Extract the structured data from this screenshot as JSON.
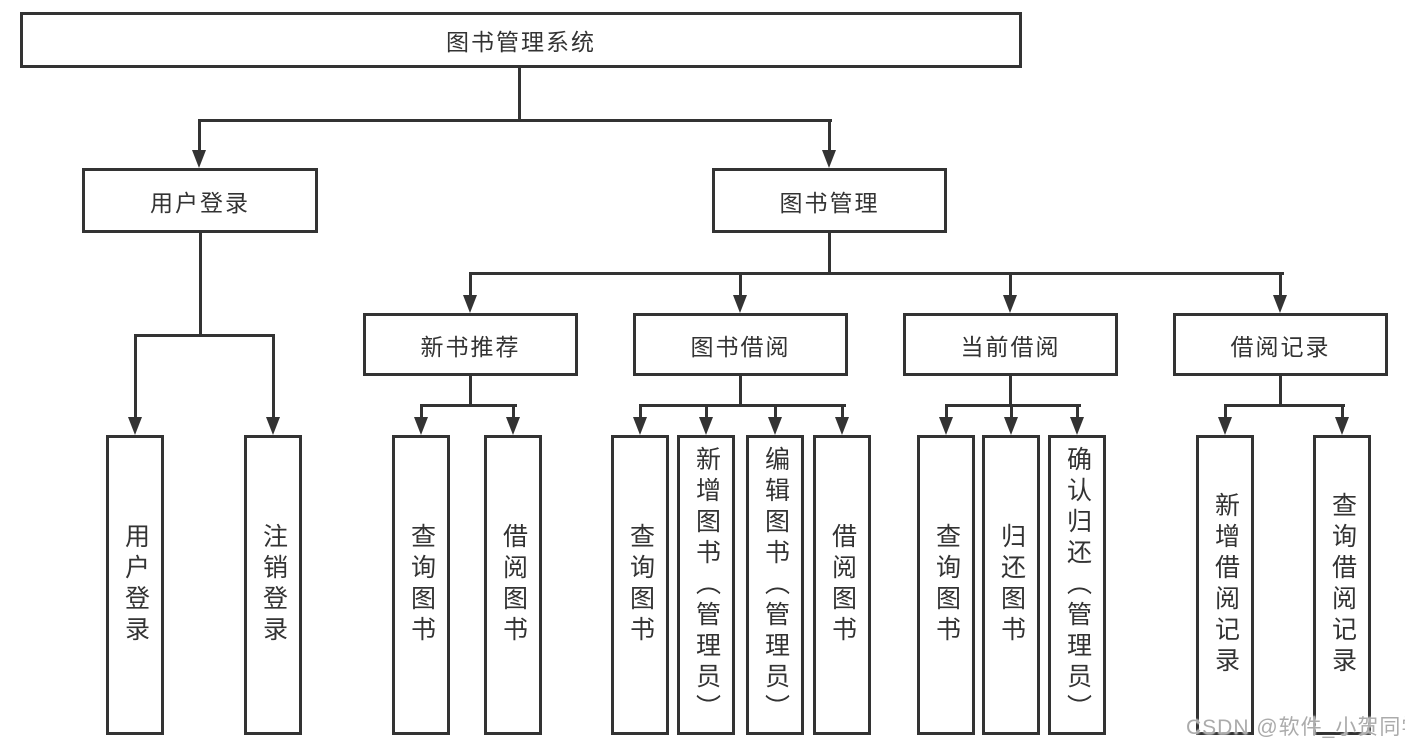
{
  "root": {
    "label": "图书管理系统"
  },
  "level2": [
    {
      "label": "用户登录"
    },
    {
      "label": "图书管理"
    }
  ],
  "level3": [
    {
      "label": "新书推荐"
    },
    {
      "label": "图书借阅"
    },
    {
      "label": "当前借阅"
    },
    {
      "label": "借阅记录"
    }
  ],
  "leaves": [
    {
      "label": "用户登录"
    },
    {
      "label": "注销登录"
    },
    {
      "label": "查询图书"
    },
    {
      "label": "借阅图书"
    },
    {
      "label": "查询图书"
    },
    {
      "label": "新增图书（管理员）"
    },
    {
      "label": "编辑图书（管理员）"
    },
    {
      "label": "借阅图书"
    },
    {
      "label": "查询图书"
    },
    {
      "label": "归还图书"
    },
    {
      "label": "确认归还（管理员）"
    },
    {
      "label": "新增借阅记录"
    },
    {
      "label": "查询借阅记录"
    }
  ],
  "watermark": "CSDN @软件_小贺同学",
  "colors": {
    "line": "#333333",
    "text": "#333333",
    "watermark": "#ababab",
    "background": "#ffffff"
  }
}
